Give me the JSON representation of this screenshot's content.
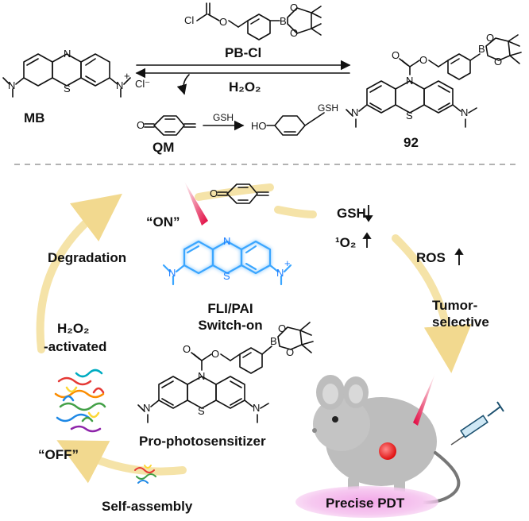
{
  "top_scheme": {
    "mb_label": "MB",
    "mb_counterion": "Cl⁻",
    "reagent_label": "PB-Cl",
    "oxidant_label": "H₂O₂",
    "qm_label": "QM",
    "gsh_arrow_label": "GSH",
    "adduct_atom": "GSH",
    "product_label": "92"
  },
  "cycle": {
    "on_label": "“ON”",
    "degradation_label": "Degradation",
    "imaging_label_line1": "FLI/PAI",
    "imaging_label_line2": "Switch-on",
    "h2o2_line1": "H₂O₂",
    "h2o2_line2": "-activated",
    "off_label": "“OFF”",
    "prodrug_label": "Pro-photosensitizer",
    "self_assembly_label": "Self-assembly",
    "gsh_down_label": "GSH",
    "singlet_oxygen_label": "¹O₂",
    "ros_label": "ROS",
    "tumor_line1": "Tumor-",
    "tumor_line2": "selective",
    "pdt_label": "Precise PDT"
  },
  "colors": {
    "glow": "#3ba6ff",
    "cycle_arrow": "#f5e3a8",
    "laser": "#e0003a",
    "pink_ellipse": "#f4b4ea",
    "tumor": "#ee2222",
    "mouse": "#bdbdbd"
  }
}
